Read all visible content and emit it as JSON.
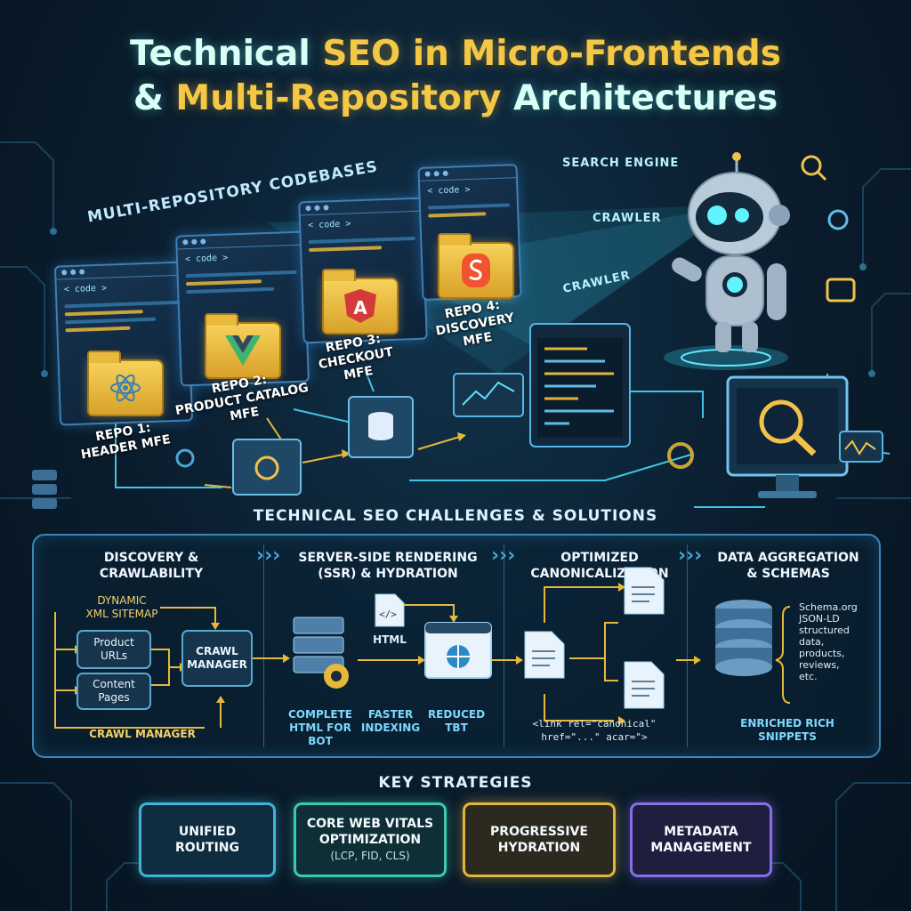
{
  "title": {
    "line1_pre": "Technical ",
    "line1_hl": "SEO in Micro-Frontends",
    "line2_pre": "& ",
    "line2_hl": "Multi-Repository",
    "line2_post": " Architectures"
  },
  "codebases_label": "MULTI-REPOSITORY CODEBASES",
  "code_tag": "< code >",
  "repos": [
    {
      "line1": "REPO 1:",
      "line2": "HEADER MFE",
      "icon": "react-icon"
    },
    {
      "line1": "REPO 2:",
      "line2": "PRODUCT CATALOG",
      "line3": "MFE",
      "icon": "vue-icon"
    },
    {
      "line1": "REPO 3:",
      "line2": "CHECKOUT MFE",
      "icon": "angular-icon"
    },
    {
      "line1": "REPO 4:",
      "line2": "DISCOVERY MFE",
      "icon": "svelte-icon"
    }
  ],
  "crawler": {
    "search_engine": "SEARCH ENGINE",
    "crawler_a": "CRAWLER",
    "crawler_b": "CRAWLER"
  },
  "challenges_heading": "TECHNICAL SEO CHALLENGES & SOLUTIONS",
  "columns": [
    {
      "line1": "DISCOVERY &",
      "line2": "CRAWLABILITY"
    },
    {
      "line1": "SERVER-SIDE RENDERING",
      "line2": "(SSR) & HYDRATION"
    },
    {
      "line1": "OPTIMIZED",
      "line2": "CANONICALIZATION"
    },
    {
      "line1": "DATA AGGREGATION",
      "line2": "& SCHEMAS"
    }
  ],
  "discovery": {
    "sitemap_1": "DYNAMIC",
    "sitemap_2": "XML SITEMAP",
    "product_1": "Product",
    "product_2": "URLs",
    "content_1": "Content",
    "content_2": "Pages",
    "manager_1": "CRAWL",
    "manager_2": "MANAGER",
    "bottom": "CRAWL MANAGER"
  },
  "ssr": {
    "html_label": "HTML",
    "bot_1": "COMPLETE",
    "bot_2": "HTML FOR",
    "bot_3": "BOT",
    "idx_1": "FASTER",
    "idx_2": "INDEXING",
    "tbt_1": "REDUCED",
    "tbt_2": "TBT"
  },
  "canonical": {
    "code_1": "<link rel=\"canonical\"",
    "code_2": "href=\"...\" acar=\">"
  },
  "schema": {
    "list": [
      "Schema.org",
      "JSON-LD",
      "structured",
      "data,",
      "products,",
      "reviews,",
      "etc."
    ],
    "rich_1": "ENRICHED RICH",
    "rich_2": "SNIPPETS"
  },
  "key_heading": "KEY STRATEGIES",
  "strategies": [
    {
      "line1": "UNIFIED",
      "line2": "ROUTING",
      "sub": "",
      "color": "#3fb3d9"
    },
    {
      "line1": "CORE WEB VITALS",
      "line2": "OPTIMIZATION",
      "sub": "(LCP, FID, CLS)",
      "color": "#3cc9b0"
    },
    {
      "line1": "PROGRESSIVE",
      "line2": "HYDRATION",
      "sub": "",
      "color": "#e2b53c"
    },
    {
      "line1": "METADATA",
      "line2": "MANAGEMENT",
      "sub": "",
      "color": "#8a6ee6"
    }
  ],
  "colors": {
    "accent": "#f4c744",
    "cyan": "#3fd0e6",
    "border": "#3c86b8"
  }
}
